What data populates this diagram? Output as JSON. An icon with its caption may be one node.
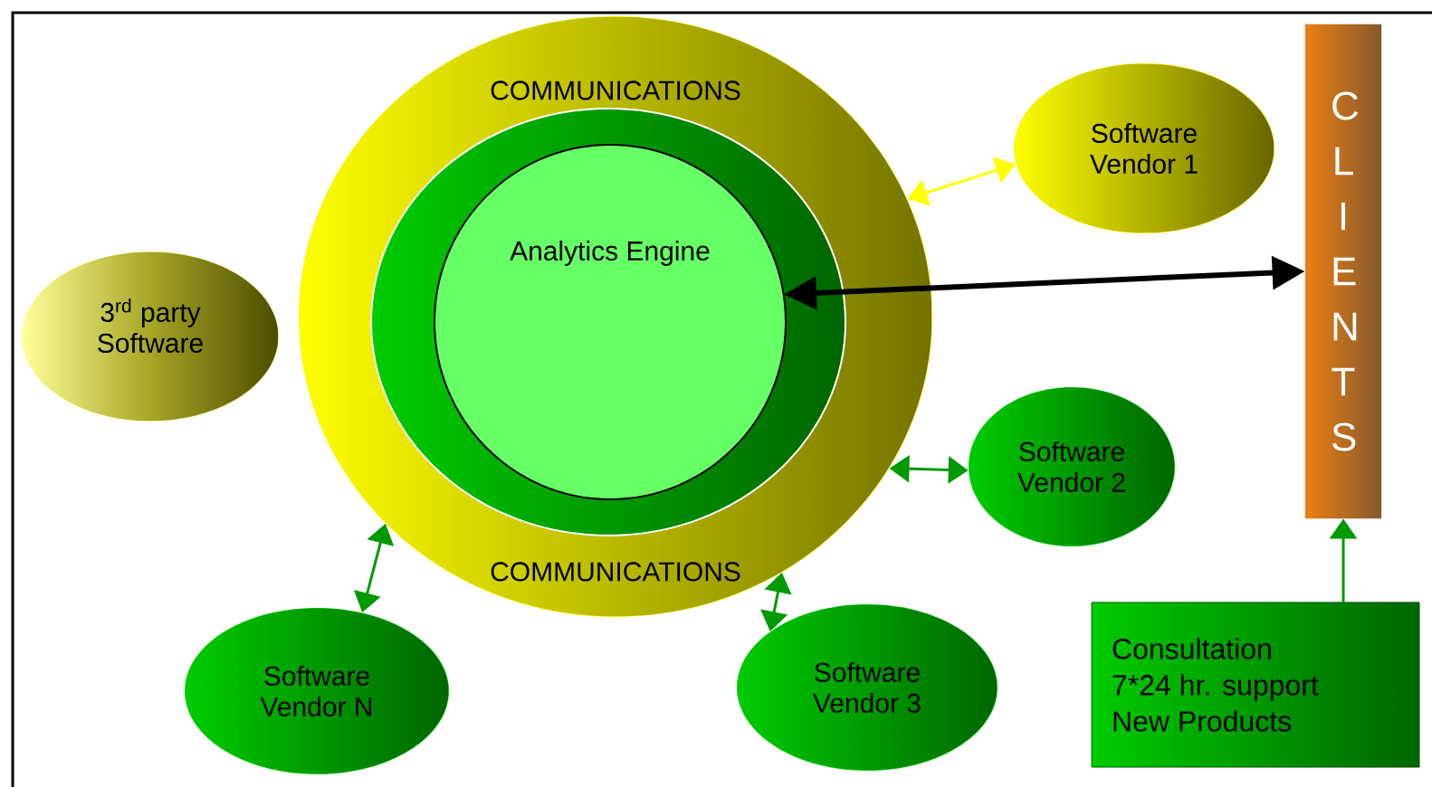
{
  "diagram": {
    "nodes": [
      {
        "text": [
          "COMMUNICATIONS",
          "COMMUNICATIONS"
        ]
      },
      {
        "text": [],
        "shape": "circle",
        "in": 0
      },
      {
        "text": [
          "Analytics Engine"
        ],
        "in": 1
      },
      {
        "text": [
          "Software Vendor 1"
        ]
      },
      {
        "text": [
          "3$^{rd}$ party Software"
        ]
      },
      {
        "text": [
          "C L I E N T S"
        ]
      },
      {
        "text": [
          "Software Vendor 2"
        ]
      },
      {
        "text": [
          "Software Vendor N"
        ]
      },
      {
        "text": [
          "Software Vendor 3"
        ]
      },
      {
        "text": [
          "Consultation",
          "7*24 hr. support",
          "New Products"
        ]
      }
    ],
    "edges": [
      {
        "from": 0,
        "to": 3,
        "arrow": "both",
        "color": "#ffff00"
      },
      {
        "from": 2,
        "to": 5,
        "arrow": "both",
        "style": "thick",
        "color": "#000000"
      },
      {
        "from": 0,
        "to": 6,
        "arrow": "both"
      },
      {
        "from": 0,
        "to": 7,
        "arrow": "both"
      },
      {
        "from": 0,
        "to": 8,
        "arrow": "both"
      },
      {
        "from": 9,
        "to": 5,
        "arrow": "to"
      }
    ]
  }
}
